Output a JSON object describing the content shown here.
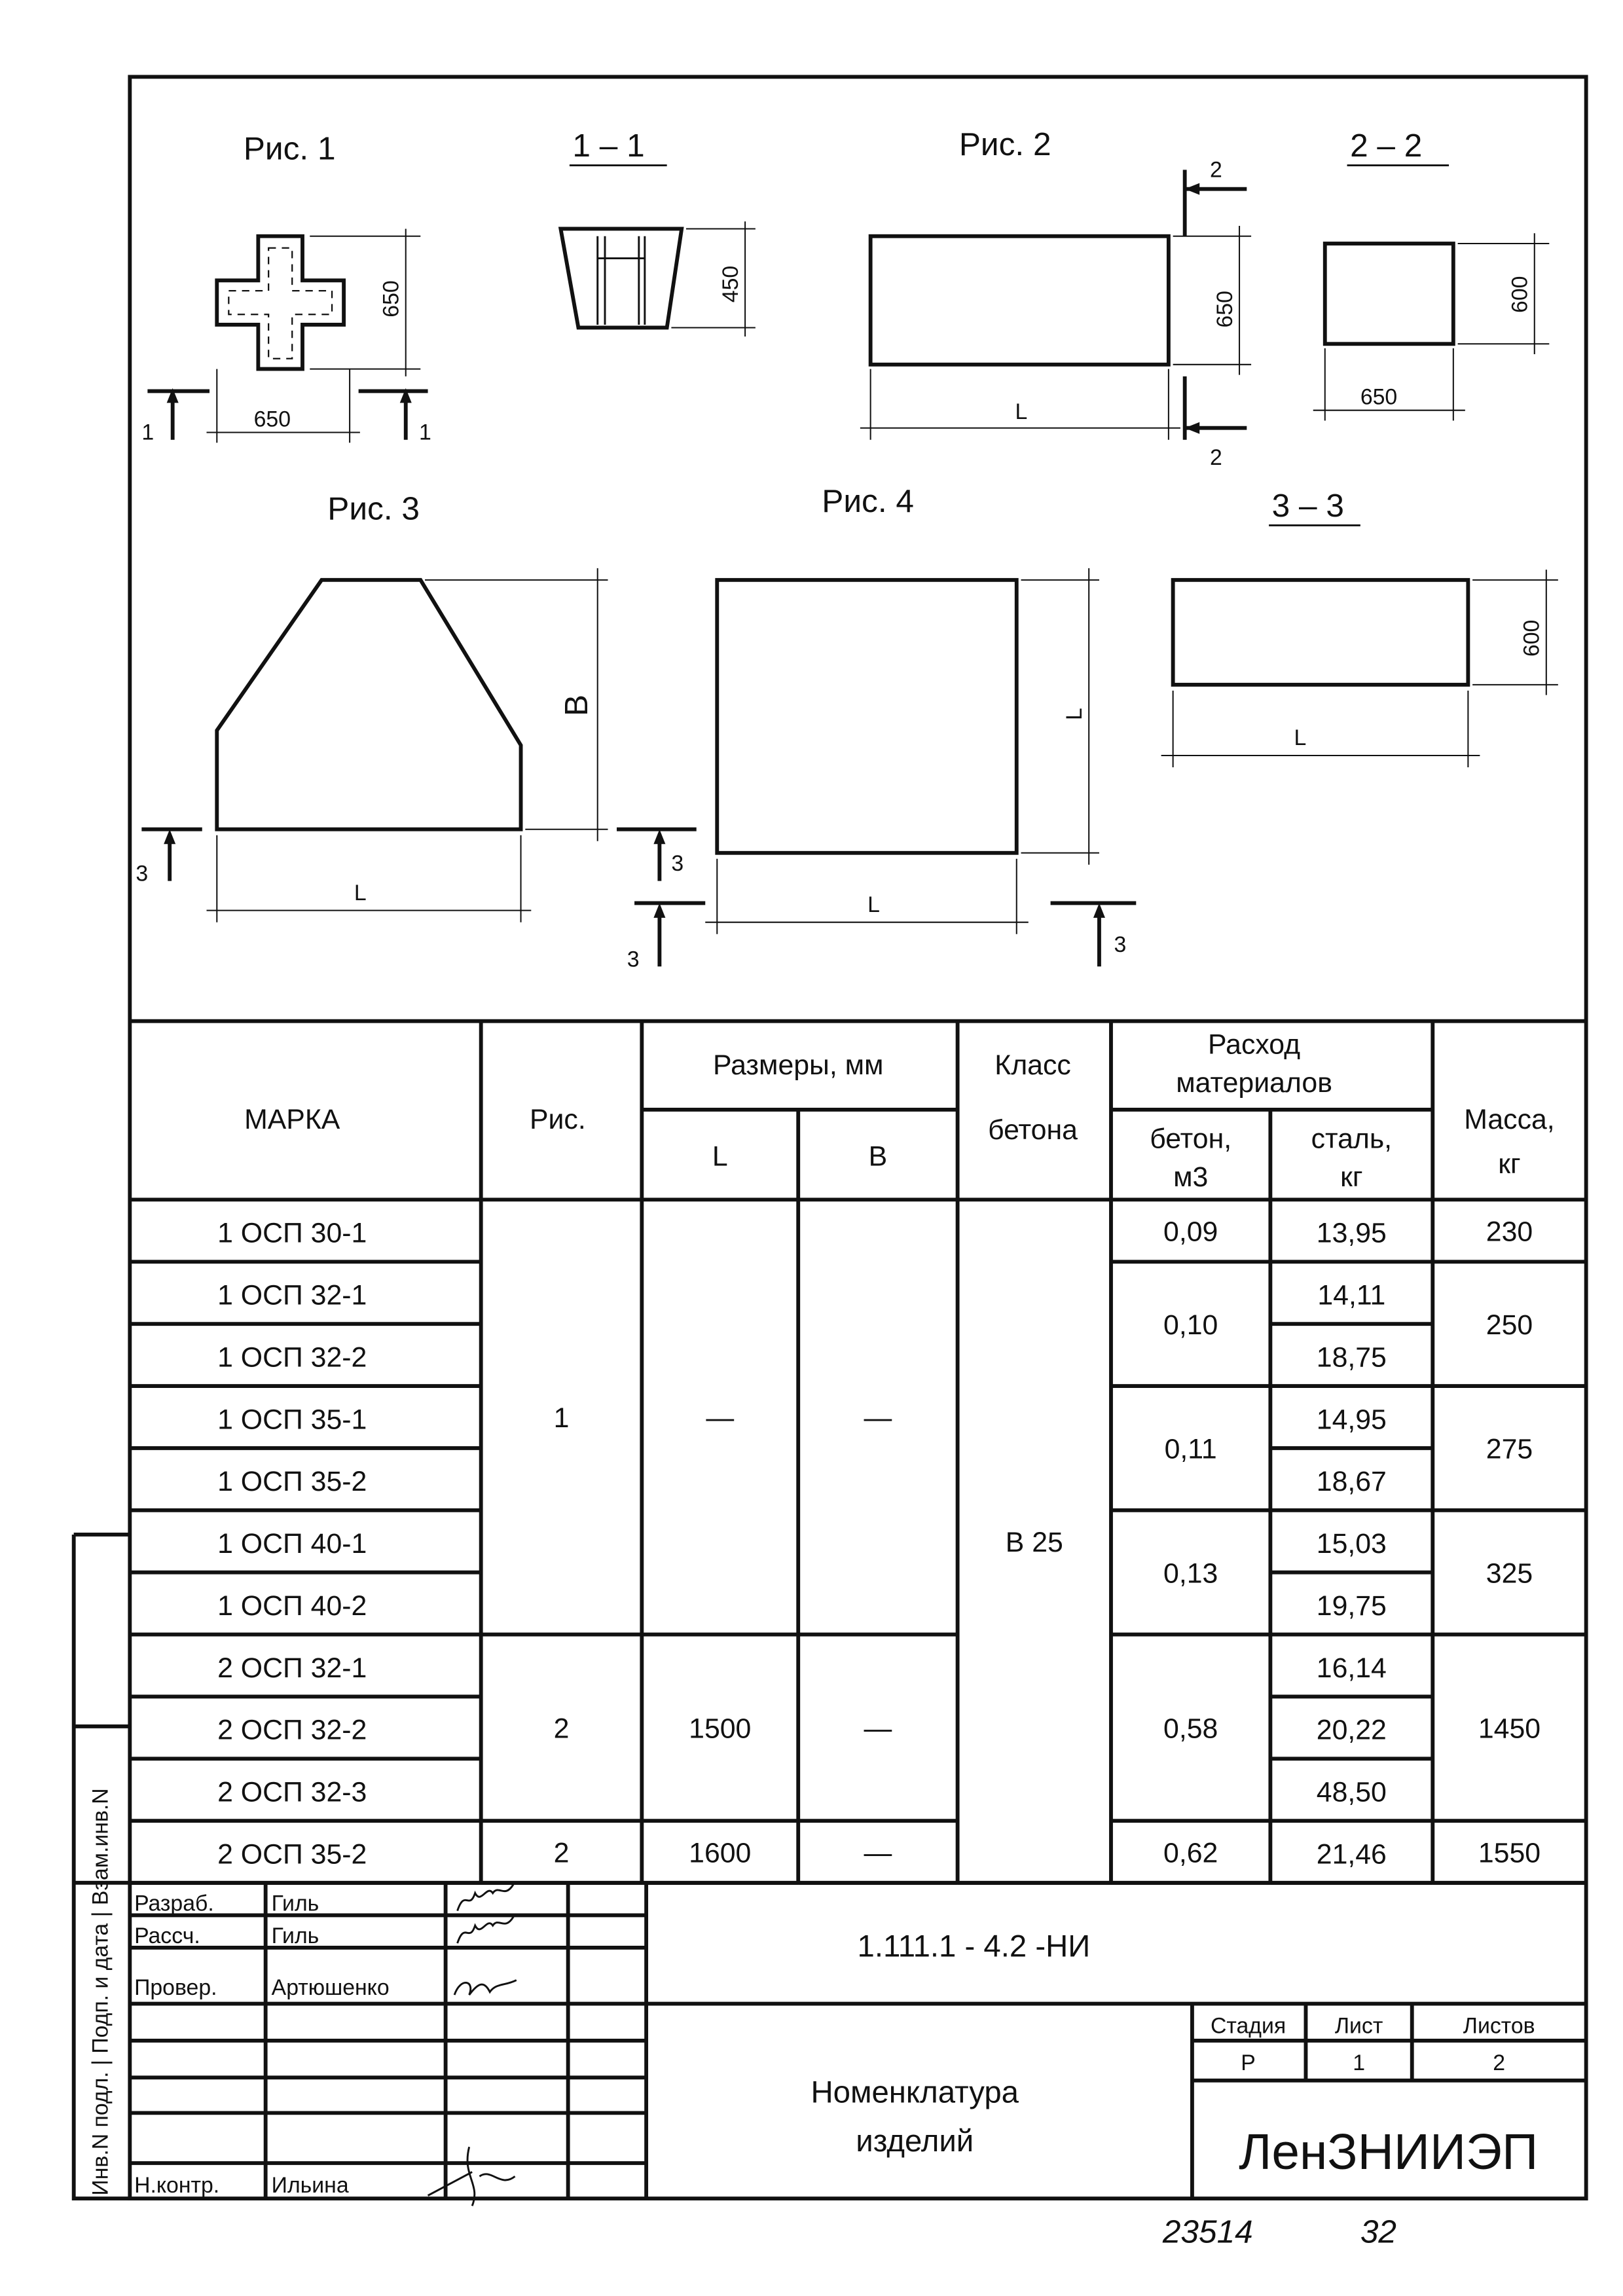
{
  "drawings": {
    "fig1": {
      "title": "Рис. 1",
      "dim_h": "650",
      "dim_w": "650",
      "section": "1"
    },
    "sec11": {
      "title": "1 – 1",
      "dim_h": "450"
    },
    "fig2": {
      "title": "Рис. 2",
      "dim_h": "650",
      "dim_w": "L",
      "section": "2"
    },
    "sec22": {
      "title": "2 – 2",
      "dim_h": "600",
      "dim_w": "650"
    },
    "fig3": {
      "title": "Рис. 3",
      "dim_h": "B",
      "dim_w": "L",
      "section": "3"
    },
    "fig4": {
      "title": "Рис. 4",
      "dim_h": "L",
      "dim_w": "L",
      "section": "3"
    },
    "sec33": {
      "title": "3 – 3",
      "dim_h": "600",
      "dim_w": "L"
    }
  },
  "table": {
    "headers": {
      "marka": "МАРКА",
      "fig": "Рис.",
      "sizes": "Размеры, мм",
      "L": "L",
      "B": "B",
      "class1": "Класс",
      "class2": "бетона",
      "consumption1": "Расход",
      "consumption2": "материалов",
      "concrete1": "бетон,",
      "concrete2": "м3",
      "steel1": "сталь,",
      "steel2": "кг",
      "mass1": "Масса,",
      "mass2": "кг"
    },
    "rows": [
      {
        "marka": "1 ОСП 30-1",
        "steel": "13,95"
      },
      {
        "marka": "1 ОСП 32-1",
        "steel": "14,11"
      },
      {
        "marka": "1 ОСП 32-2",
        "steel": "18,75"
      },
      {
        "marka": "1 ОСП 35-1",
        "steel": "14,95"
      },
      {
        "marka": "1 ОСП 35-2",
        "steel": "18,67"
      },
      {
        "marka": "1 ОСП 40-1",
        "steel": "15,03"
      },
      {
        "marka": "1 ОСП 40-2",
        "steel": "19,75"
      },
      {
        "marka": "2 ОСП 32-1",
        "steel": "16,14"
      },
      {
        "marka": "2 ОСП 32-2",
        "steel": "20,22"
      },
      {
        "marka": "2 ОСП 32-3",
        "steel": "48,50"
      },
      {
        "marka": "2 ОСП 35-2",
        "steel": "21,46"
      }
    ],
    "fig_groups": [
      {
        "rows": [
          0,
          6
        ],
        "value": "1"
      },
      {
        "rows": [
          7,
          9
        ],
        "value": "2"
      },
      {
        "rows": [
          10,
          10
        ],
        "value": "2"
      }
    ],
    "L_groups": [
      {
        "rows": [
          0,
          6
        ],
        "value": "—"
      },
      {
        "rows": [
          7,
          9
        ],
        "value": "1500"
      },
      {
        "rows": [
          10,
          10
        ],
        "value": "1600"
      }
    ],
    "B_groups": [
      {
        "rows": [
          0,
          6
        ],
        "value": "—"
      },
      {
        "rows": [
          7,
          9
        ],
        "value": "—"
      },
      {
        "rows": [
          10,
          10
        ],
        "value": "—"
      }
    ],
    "class_groups": [
      {
        "rows": [
          0,
          10
        ],
        "value": "B 25"
      }
    ],
    "concrete_groups": [
      {
        "rows": [
          0,
          0
        ],
        "value": "0,09"
      },
      {
        "rows": [
          1,
          2
        ],
        "value": "0,10"
      },
      {
        "rows": [
          3,
          4
        ],
        "value": "0,11"
      },
      {
        "rows": [
          5,
          6
        ],
        "value": "0,13"
      },
      {
        "rows": [
          7,
          9
        ],
        "value": "0,58"
      },
      {
        "rows": [
          10,
          10
        ],
        "value": "0,62"
      }
    ],
    "mass_groups": [
      {
        "rows": [
          0,
          0
        ],
        "value": "230"
      },
      {
        "rows": [
          1,
          2
        ],
        "value": "250"
      },
      {
        "rows": [
          3,
          4
        ],
        "value": "275"
      },
      {
        "rows": [
          5,
          6
        ],
        "value": "325"
      },
      {
        "rows": [
          7,
          9
        ],
        "value": "1450"
      },
      {
        "rows": [
          10,
          10
        ],
        "value": "1550"
      }
    ]
  },
  "title_block": {
    "roles": [
      {
        "role": "Разраб.",
        "name": "Гиль"
      },
      {
        "role": "Рассч.",
        "name": "Гиль"
      },
      {
        "role": "Провер.",
        "name": "Артюшенко"
      },
      {
        "role": "Н.контр.",
        "name": "Ильина"
      }
    ],
    "doc_code": "1.111.1 - 4.2     -НИ",
    "title_line1": "Номенклатура",
    "title_line2": "изделий",
    "stage_label": "Стадия",
    "sheet_label": "Лист",
    "sheets_label": "Листов",
    "stage": "Р",
    "sheet": "1",
    "sheets": "2",
    "organization": "ЛенЗНИИЭП",
    "side_stamp": "Инв.N подл. | Подп. и дата | Взам.инв.N"
  },
  "footer": {
    "archive_no": "23514",
    "page_no": "32"
  }
}
